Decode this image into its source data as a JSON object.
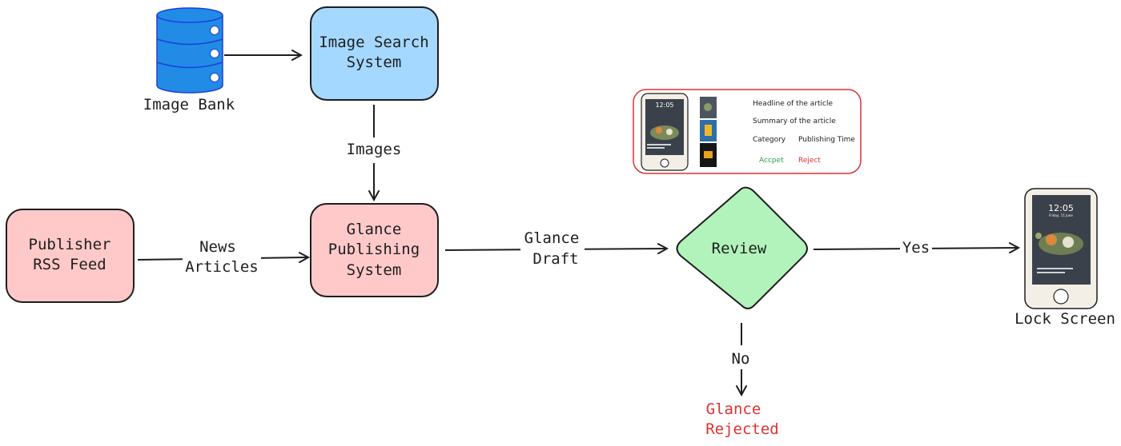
{
  "nodes": {
    "image_bank": {
      "label": "Image Bank"
    },
    "image_search": {
      "line1": "Image Search",
      "line2": "System"
    },
    "publisher_rss": {
      "line1": "Publisher",
      "line2": "RSS Feed"
    },
    "publishing_system": {
      "line1": "Glance",
      "line2": "Publishing",
      "line3": "System"
    },
    "review": {
      "label": "Review"
    },
    "lock_screen": {
      "label": "Lock Screen"
    },
    "glance_rejected": {
      "line1": "Glance",
      "line2": "Rejected"
    }
  },
  "edges": {
    "images": "Images",
    "news_articles": {
      "line1": "News",
      "line2": "Articles"
    },
    "glance_draft": {
      "line1": "Glance",
      "line2": "Draft"
    },
    "yes": "Yes",
    "no": "No"
  },
  "review_panel": {
    "phone_time": "12:05",
    "headline": "Headline of the article",
    "summary": "Summary of the article",
    "category": "Category",
    "publishing_time": "Publishing Time",
    "accept": "Accpet",
    "reject": "Reject"
  },
  "lock_phone": {
    "time": "12:05",
    "date": "Friday, 11 June"
  },
  "colors": {
    "blue_box": "#a5d8ff",
    "pink_box": "#ffc9c9",
    "green_diamond": "#b2f2bb",
    "database": "#228be6",
    "rejected_text": "#e03131",
    "panel_border": "#e03131",
    "accept_green": "#2f9e44"
  }
}
